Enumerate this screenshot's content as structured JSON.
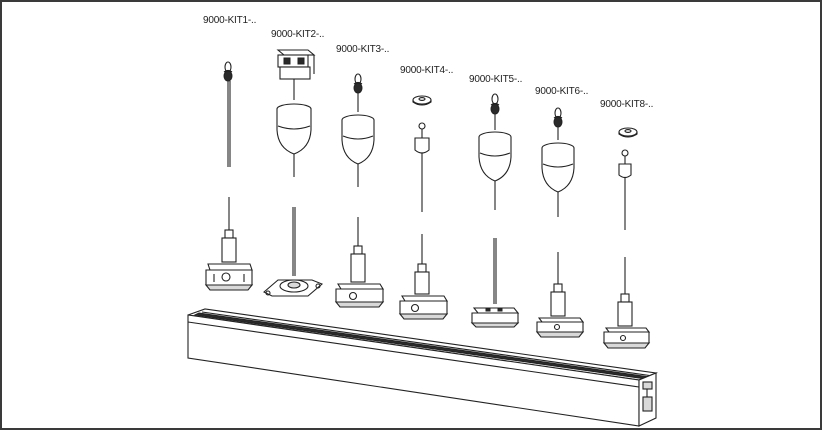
{
  "kits": [
    {
      "label": "9000-KIT1-..",
      "top": "hook"
    },
    {
      "label": "9000-KIT2-..",
      "top": "clamp"
    },
    {
      "label": "9000-KIT3-..",
      "top": "hook"
    },
    {
      "label": "9000-KIT4-..",
      "top": "disc"
    },
    {
      "label": "9000-KIT5-..",
      "top": "hook"
    },
    {
      "label": "9000-KIT6-..",
      "top": "hook"
    },
    {
      "label": "9000-KIT8-..",
      "top": "disc"
    }
  ]
}
